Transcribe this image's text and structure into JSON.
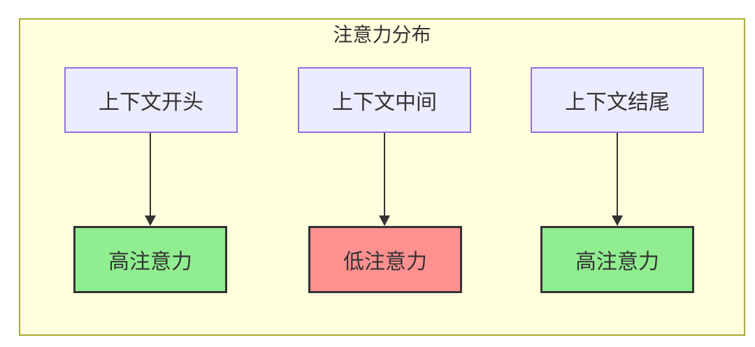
{
  "diagram": {
    "title": "注意力分布",
    "flows": [
      {
        "source": "上下文开头",
        "target": "高注意力",
        "level": "high"
      },
      {
        "source": "上下文中间",
        "target": "低注意力",
        "level": "low"
      },
      {
        "source": "上下文结尾",
        "target": "高注意力",
        "level": "high"
      }
    ]
  },
  "colors": {
    "canvas_background": "#ffffde",
    "canvas_border": "#aaaa33",
    "source_node_fill": "#ececff",
    "source_node_border": "#9370db",
    "high_attention_fill": "#90ee90",
    "low_attention_fill": "#ff9090",
    "result_node_border": "#333333",
    "arrow_color": "#333333",
    "text_color": "#333333"
  }
}
